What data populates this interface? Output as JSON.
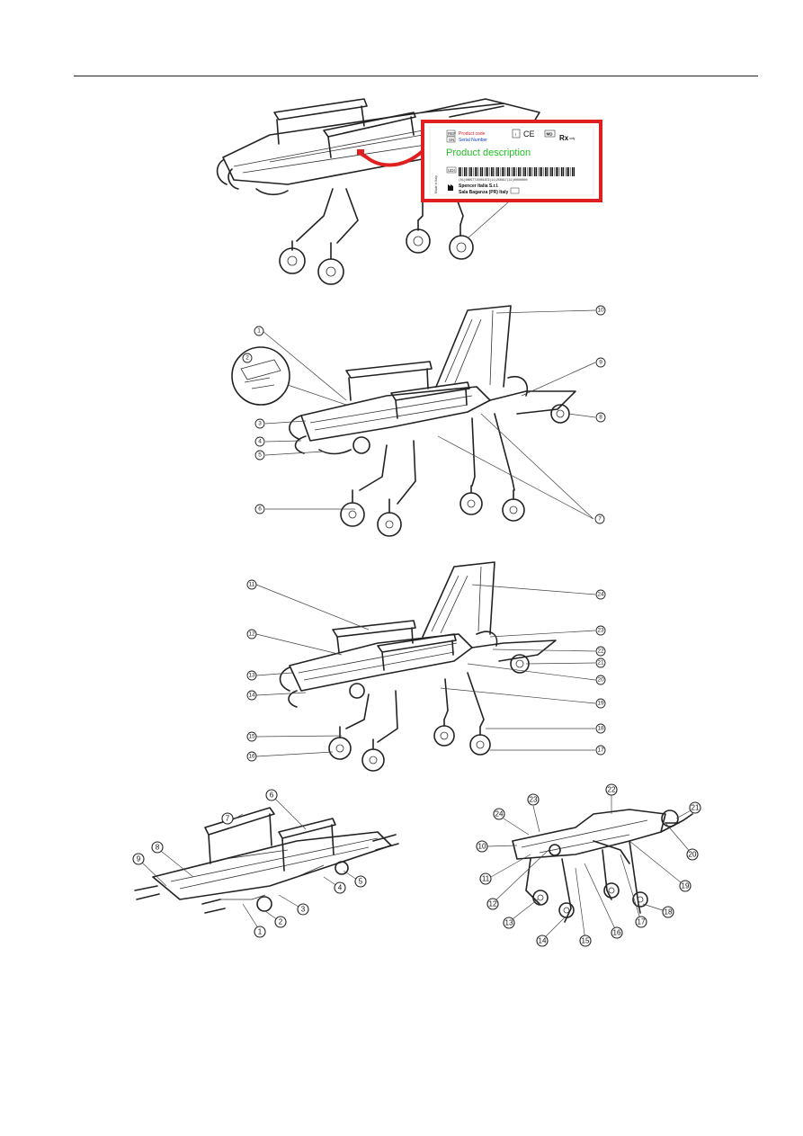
{
  "label": {
    "ref_symbol": "REF",
    "sn_symbol": "SN",
    "product_code": "Product code",
    "serial_number": "Serial Number",
    "ce_mark": "CE",
    "md_symbol": "MD",
    "rx_symbol": "Rx",
    "rx_note": "only",
    "product_description": "Product description",
    "udi_symbol": "UDI",
    "barcode_text": "(01)08057715001872(11)250617(21)00000000",
    "manufacturer_line1": "Spencer Italia S.r.l.",
    "manufacturer_line2": "Sala Baganza (PR) Italy",
    "made_in": "Made in Italy"
  },
  "figure2": {
    "callouts": [
      "1",
      "2",
      "3",
      "4",
      "5",
      "6",
      "7",
      "8",
      "9",
      "10"
    ]
  },
  "figure3": {
    "callouts": [
      "11",
      "12",
      "13",
      "14",
      "15",
      "16",
      "17",
      "18",
      "19",
      "20",
      "21",
      "22",
      "23",
      "24"
    ]
  },
  "figure4": {
    "callouts": [
      "1",
      "2",
      "3",
      "4",
      "5",
      "6",
      "7",
      "8",
      "9"
    ]
  },
  "figure5": {
    "callouts": [
      "10",
      "11",
      "12",
      "13",
      "14",
      "15",
      "16",
      "17",
      "18",
      "19",
      "20",
      "21",
      "22",
      "23",
      "24"
    ]
  }
}
